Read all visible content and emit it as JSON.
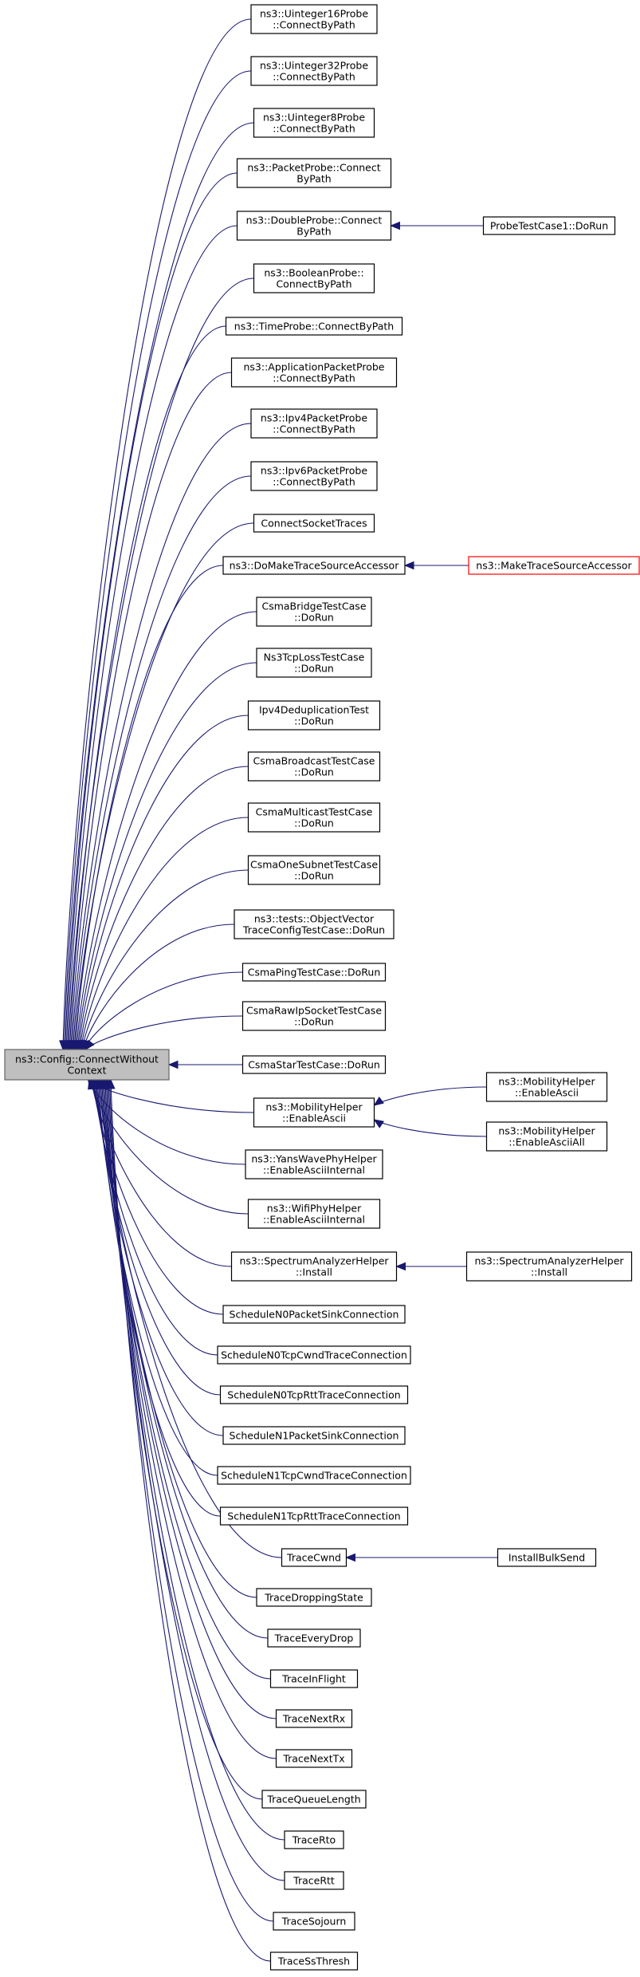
{
  "root": {
    "lines": [
      "ns3::Config::ConnectWithout",
      "Context"
    ]
  },
  "callers": [
    {
      "id": "uint16",
      "lines": [
        "ns3::Uinteger16Probe",
        "::ConnectByPath"
      ]
    },
    {
      "id": "uint32",
      "lines": [
        "ns3::Uinteger32Probe",
        "::ConnectByPath"
      ]
    },
    {
      "id": "uint8",
      "lines": [
        "ns3::Uinteger8Probe",
        "::ConnectByPath"
      ]
    },
    {
      "id": "packetprobe",
      "lines": [
        "ns3::PacketProbe::Connect",
        "ByPath"
      ]
    },
    {
      "id": "doubleprobe",
      "lines": [
        "ns3::DoubleProbe::Connect",
        "ByPath"
      ]
    },
    {
      "id": "booleanprobe",
      "lines": [
        "ns3::BooleanProbe::",
        "ConnectByPath"
      ]
    },
    {
      "id": "timeprobe",
      "lines": [
        "ns3::TimeProbe::ConnectByPath"
      ]
    },
    {
      "id": "apppacketprobe",
      "lines": [
        "ns3::ApplicationPacketProbe",
        "::ConnectByPath"
      ]
    },
    {
      "id": "ipv4packetprobe",
      "lines": [
        "ns3::Ipv4PacketProbe",
        "::ConnectByPath"
      ]
    },
    {
      "id": "ipv6packetprobe",
      "lines": [
        "ns3::Ipv6PacketProbe",
        "::ConnectByPath"
      ]
    },
    {
      "id": "connectsockettraces",
      "lines": [
        "ConnectSocketTraces"
      ]
    },
    {
      "id": "domaketrace",
      "lines": [
        "ns3::DoMakeTraceSourceAccessor"
      ]
    },
    {
      "id": "csmabridge",
      "lines": [
        "CsmaBridgeTestCase",
        "::DoRun"
      ]
    },
    {
      "id": "ns3tcploss",
      "lines": [
        "Ns3TcpLossTestCase",
        "::DoRun"
      ]
    },
    {
      "id": "ipv4dedup",
      "lines": [
        "Ipv4DeduplicationTest",
        "::DoRun"
      ]
    },
    {
      "id": "csmabroadcast",
      "lines": [
        "CsmaBroadcastTestCase",
        "::DoRun"
      ]
    },
    {
      "id": "csmamulticast",
      "lines": [
        "CsmaMulticastTestCase",
        "::DoRun"
      ]
    },
    {
      "id": "csmaonesubnet",
      "lines": [
        "CsmaOneSubnetTestCase",
        "::DoRun"
      ]
    },
    {
      "id": "objectvector",
      "lines": [
        "ns3::tests::ObjectVector",
        "TraceConfigTestCase::DoRun"
      ]
    },
    {
      "id": "csmaping",
      "lines": [
        "CsmaPingTestCase::DoRun"
      ]
    },
    {
      "id": "csmarawip",
      "lines": [
        "CsmaRawIpSocketTestCase",
        "::DoRun"
      ]
    },
    {
      "id": "csmastar",
      "lines": [
        "CsmaStarTestCase::DoRun"
      ]
    },
    {
      "id": "mobilityhelper",
      "lines": [
        "ns3::MobilityHelper",
        "::EnableAscii"
      ]
    },
    {
      "id": "yanswavephy",
      "lines": [
        "ns3::YansWavePhyHelper",
        "::EnableAsciiInternal"
      ]
    },
    {
      "id": "wifiphy",
      "lines": [
        "ns3::WifiPhyHelper",
        "::EnableAsciiInternal"
      ]
    },
    {
      "id": "spectrumanalyzer",
      "lines": [
        "ns3::SpectrumAnalyzerHelper",
        "::Install"
      ]
    },
    {
      "id": "n0packetsink",
      "lines": [
        "ScheduleN0PacketSinkConnection"
      ]
    },
    {
      "id": "n0tcpcwnd",
      "lines": [
        "ScheduleN0TcpCwndTraceConnection"
      ]
    },
    {
      "id": "n0tcprtt",
      "lines": [
        "ScheduleN0TcpRttTraceConnection"
      ]
    },
    {
      "id": "n1packetsink",
      "lines": [
        "ScheduleN1PacketSinkConnection"
      ]
    },
    {
      "id": "n1tcpcwnd",
      "lines": [
        "ScheduleN1TcpCwndTraceConnection"
      ]
    },
    {
      "id": "n1tcprtt",
      "lines": [
        "ScheduleN1TcpRttTraceConnection"
      ]
    },
    {
      "id": "tracecwnd",
      "lines": [
        "TraceCwnd"
      ]
    },
    {
      "id": "tracedropping",
      "lines": [
        "TraceDroppingState"
      ]
    },
    {
      "id": "traceeverydrop",
      "lines": [
        "TraceEveryDrop"
      ]
    },
    {
      "id": "traceinflight",
      "lines": [
        "TraceInFlight"
      ]
    },
    {
      "id": "tracenextrx",
      "lines": [
        "TraceNextRx"
      ]
    },
    {
      "id": "tracenexttx",
      "lines": [
        "TraceNextTx"
      ]
    },
    {
      "id": "tracequeuelength",
      "lines": [
        "TraceQueueLength"
      ]
    },
    {
      "id": "tracerto",
      "lines": [
        "TraceRto"
      ]
    },
    {
      "id": "tracertt",
      "lines": [
        "TraceRtt"
      ]
    },
    {
      "id": "tracesojourn",
      "lines": [
        "TraceSojourn"
      ]
    },
    {
      "id": "tracessthresh",
      "lines": [
        "TraceSsThresh"
      ]
    }
  ],
  "second_level": [
    {
      "id": "probetestcase",
      "target": "doubleprobe",
      "lines": [
        "ProbeTestCase1::DoRun"
      ],
      "red": false
    },
    {
      "id": "maketrace",
      "target": "domaketrace",
      "lines": [
        "ns3::MakeTraceSourceAccessor"
      ],
      "red": true
    },
    {
      "id": "mobility_enableascii",
      "target": "mobilityhelper",
      "lines": [
        "ns3::MobilityHelper",
        "::EnableAscii"
      ],
      "red": false
    },
    {
      "id": "mobility_enableasciiall",
      "target": "mobilityhelper",
      "lines": [
        "ns3::MobilityHelper",
        "::EnableAsciiAll"
      ],
      "red": false
    },
    {
      "id": "spectrum_install",
      "target": "spectrumanalyzer",
      "lines": [
        "ns3::SpectrumAnalyzerHelper",
        "::Install"
      ],
      "red": false
    },
    {
      "id": "installbulksend",
      "target": "tracecwnd",
      "lines": [
        "InstallBulkSend"
      ],
      "red": false
    }
  ],
  "colors": {
    "edge": "#191970",
    "root_fill": "#bfbfbf",
    "root_stroke": "#666666",
    "highlight_border": "#ff0000"
  }
}
